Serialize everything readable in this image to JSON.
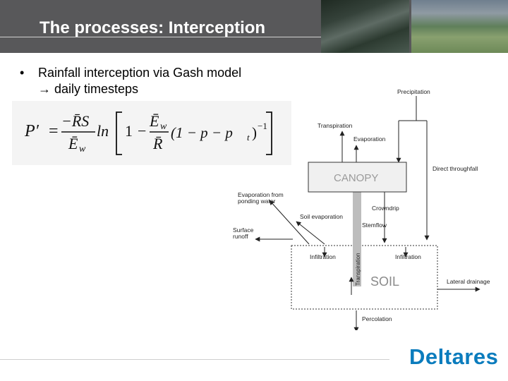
{
  "header": {
    "title": "The processes: Interception"
  },
  "bullet": {
    "marker": "•",
    "text": "Rainfall interception via Gash model → daily timesteps"
  },
  "formula": {
    "lhs": "P′",
    "equals": "=",
    "num_left": "−R̄S",
    "den_left": "Ē",
    "den_left_sub": "w",
    "ln": "ln",
    "one": "1",
    "minus": "−",
    "num_right": "Ē",
    "num_right_sub": "w",
    "den_right": "R̄",
    "paren_expr": "(1 − p − p",
    "paren_sub": "t",
    "paren_close": ")",
    "exponent": "−1"
  },
  "diagram": {
    "precipitation": "Precipitation",
    "transpiration_top": "Transpiration",
    "evaporation": "Evaporation",
    "canopy": "CANOPY",
    "direct_throughfall": "Direct throughfall",
    "evap_ponding_1": "Evaporation from",
    "evap_ponding_2": "ponding water",
    "crowndrip": "Crowndrip",
    "soil_evaporation": "Soil evaporation",
    "stemflow": "Stemflow",
    "surface_runoff_1": "Surface",
    "surface_runoff_2": "runoff",
    "infiltration_left": "Infiltration",
    "infiltration_right": "Infiltration",
    "transpiration_vertical": "Transpiration",
    "soil": "SOIL",
    "lateral_drainage": "Lateral drainage",
    "percolation": "Percolation"
  },
  "logo": {
    "text": "Deltares"
  },
  "colors": {
    "header_bg": "#58585a",
    "logo_blue": "#0b7cbd",
    "canopy_box": "#f0f0f0",
    "trunk": "#bdbdbd"
  }
}
